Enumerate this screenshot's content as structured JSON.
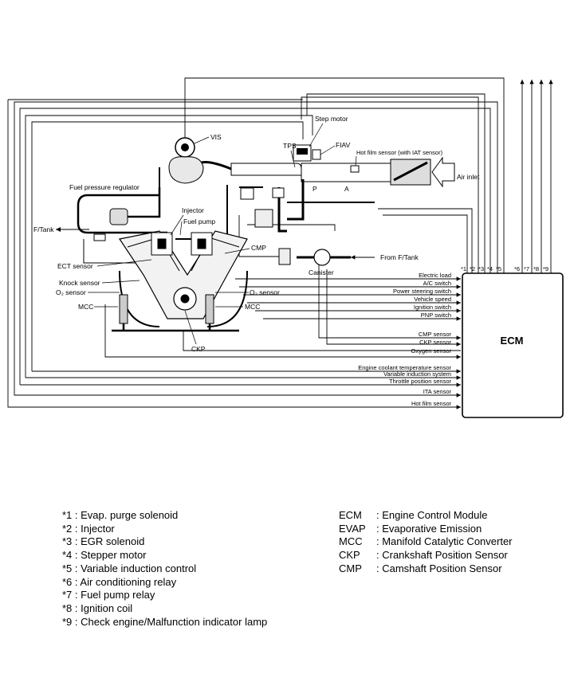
{
  "ecm": {
    "label": "ECM"
  },
  "pins": {
    "bottom": [
      "*1",
      "*2",
      "*3",
      "*4",
      "*5",
      "*6",
      "*7",
      "*8",
      "*9"
    ]
  },
  "inputs": [
    "Electric load",
    "A/C switch",
    "Power steering switch",
    "Vehicle speed",
    "Ignition switch",
    "PNP switch",
    "CMP sensor",
    "CKP sensor",
    "Oxygen sensor",
    "Engine coolant temperature sensor",
    "Variable induction system",
    "Throttle position sensor",
    "ITA sensor",
    "Hot film sensor"
  ],
  "components": {
    "vis": "VIS",
    "step_motor": "Step motor",
    "tps": "TPS",
    "fiav": "FIAV",
    "hot_film": "Hot film sensor (with IAT sensor)",
    "air_inlet": "Air inlet",
    "fuel_pressure_regulator": "Fuel pressure regulator",
    "port_p": "P",
    "port_a": "A",
    "injector": "Injector",
    "fuel_pump": "Fuel pump",
    "ftank_left": "F/Tank",
    "cmp": "CMP",
    "from_ftank": "From F/Tank",
    "canister": "Canister",
    "ect_sensor": "ECT sensor",
    "knock_sensor": "Knock sensor",
    "o2_left": "O₂ sensor",
    "o2_right": "O₂ sensor",
    "mcc_left": "MCC",
    "mcc_right": "MCC",
    "ckp": "CKP"
  },
  "legend_left": [
    "*1 : Evap. purge solenoid",
    "*2 : Injector",
    "*3 : EGR solenoid",
    "*4 : Stepper motor",
    "*5 : Variable induction control",
    "*6 : Air conditioning relay",
    "*7 : Fuel pump relay",
    "*8 : Ignition coil",
    "*9 : Check engine/Malfunction indicator lamp"
  ],
  "legend_right": [
    {
      "abbr": "ECM",
      "desc": ": Engine Control Module"
    },
    {
      "abbr": "EVAP",
      "desc": ": Evaporative Emission"
    },
    {
      "abbr": "MCC",
      "desc": ": Manifold Catalytic Converter"
    },
    {
      "abbr": "CKP",
      "desc": ": Crankshaft Position Sensor"
    },
    {
      "abbr": "CMP",
      "desc": ": Camshaft Position Sensor"
    }
  ]
}
